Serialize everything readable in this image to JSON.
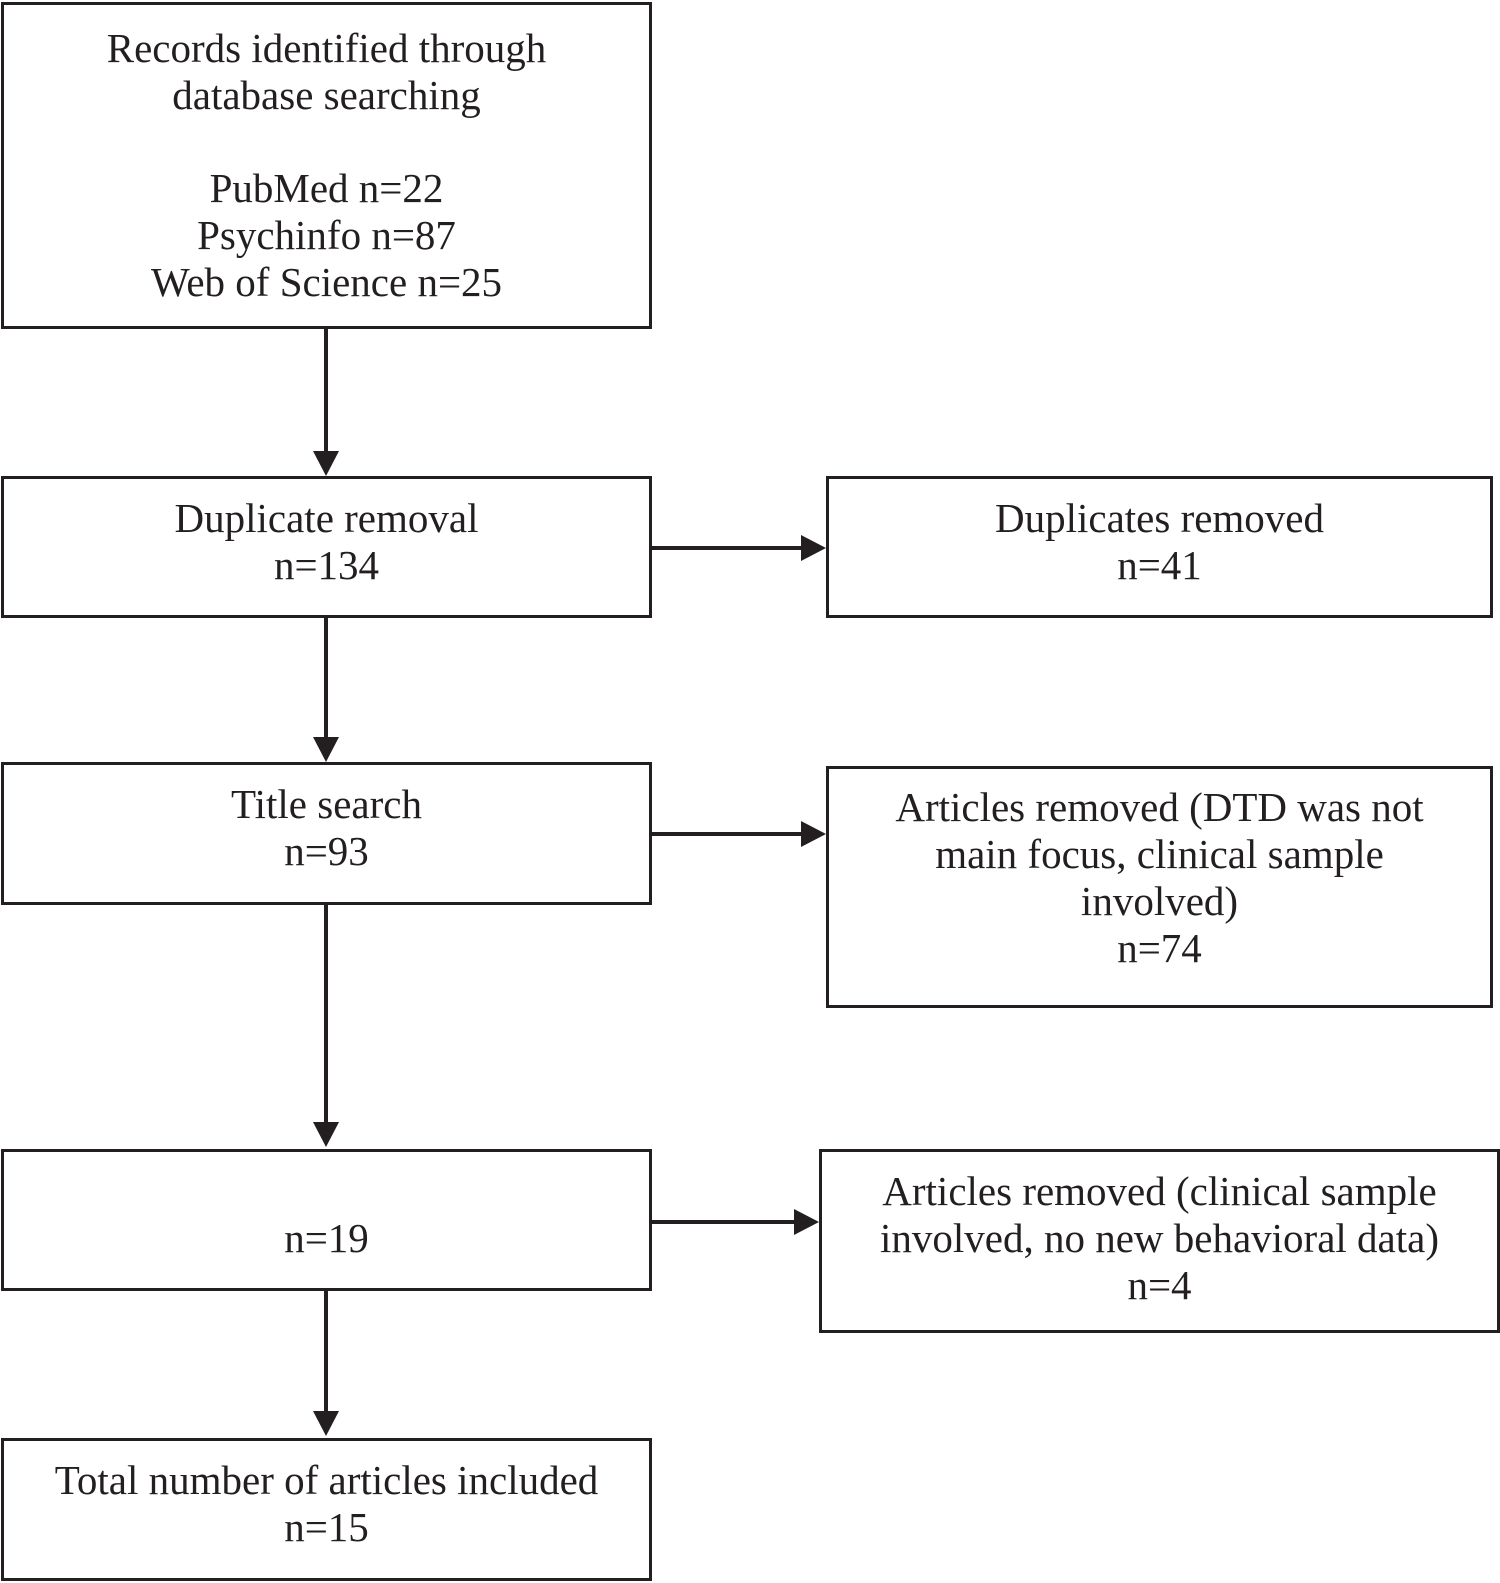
{
  "flow": {
    "identification": {
      "title_line1": "Records identified through",
      "title_line2": "database searching",
      "source1": "PubMed n=22",
      "source2": "Psychinfo n=87",
      "source3": "Web of Science n=25"
    },
    "duplicate_removal": {
      "label": "Duplicate removal",
      "count": "n=134"
    },
    "duplicates_removed": {
      "label": "Duplicates removed",
      "count": "n=41"
    },
    "title_search": {
      "label": "Title search",
      "count": "n=93"
    },
    "articles_removed_title": {
      "line1": "Articles removed (DTD was not",
      "line2": "main focus, clinical sample",
      "line3": "involved)",
      "count": "n=74"
    },
    "screening": {
      "count": "n=19"
    },
    "articles_removed_screening": {
      "line1": "Articles removed (clinical sample",
      "line2": "involved, no new behavioral data)",
      "count": "n=4"
    },
    "included": {
      "label": "Total number of articles included",
      "count": "n=15"
    }
  },
  "colors": {
    "stroke": "#231f20",
    "background": "#ffffff"
  }
}
